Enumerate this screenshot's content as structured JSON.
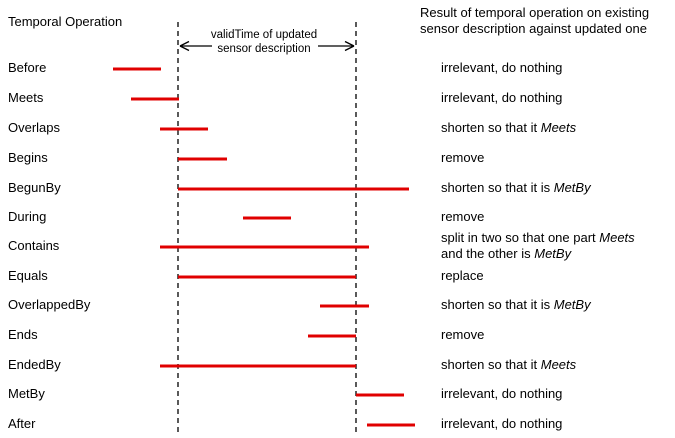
{
  "header": {
    "operation_label": "Temporal Operation",
    "result_line1": "Result of temporal operation on  existing",
    "result_line2": "sensor description against updated one",
    "valid_time_line1": "validTime of updated",
    "valid_time_line2": "sensor description"
  },
  "operations": [
    {
      "name": "Before",
      "result": [
        {
          "t": "irrelevant, do nothing"
        }
      ]
    },
    {
      "name": "Meets",
      "result": [
        {
          "t": "irrelevant, do nothing"
        }
      ]
    },
    {
      "name": "Overlaps",
      "result": [
        {
          "t": "shorten so that it "
        },
        {
          "t": "Meets",
          "i": true
        }
      ]
    },
    {
      "name": "Begins",
      "result": [
        {
          "t": "remove"
        }
      ]
    },
    {
      "name": "BegunBy",
      "result": [
        {
          "t": "shorten so that it is "
        },
        {
          "t": "MetBy",
          "i": true
        }
      ]
    },
    {
      "name": "During",
      "result": [
        {
          "t": "remove"
        }
      ]
    },
    {
      "name": "Contains",
      "result": [
        {
          "t": "split in two so that one part "
        },
        {
          "t": "Meets",
          "i": true
        },
        {
          "t": "\n"
        },
        {
          "t": "and the other is "
        },
        {
          "t": "MetBy",
          "i": true
        }
      ]
    },
    {
      "name": "Equals",
      "result": [
        {
          "t": "replace"
        }
      ]
    },
    {
      "name": "OverlappedBy",
      "result": [
        {
          "t": "shorten so that it is "
        },
        {
          "t": "MetBy",
          "i": true
        }
      ]
    },
    {
      "name": "Ends",
      "result": [
        {
          "t": "remove"
        }
      ]
    },
    {
      "name": "EndedBy",
      "result": [
        {
          "t": "shorten so that it "
        },
        {
          "t": "Meets",
          "i": true
        }
      ]
    },
    {
      "name": "MetBy",
      "result": [
        {
          "t": "irrelevant, do nothing"
        }
      ]
    },
    {
      "name": "After",
      "result": [
        {
          "t": "irrelevant, do nothing"
        }
      ]
    }
  ],
  "colors": {
    "interval": "#e00000",
    "guide": "#000000"
  }
}
